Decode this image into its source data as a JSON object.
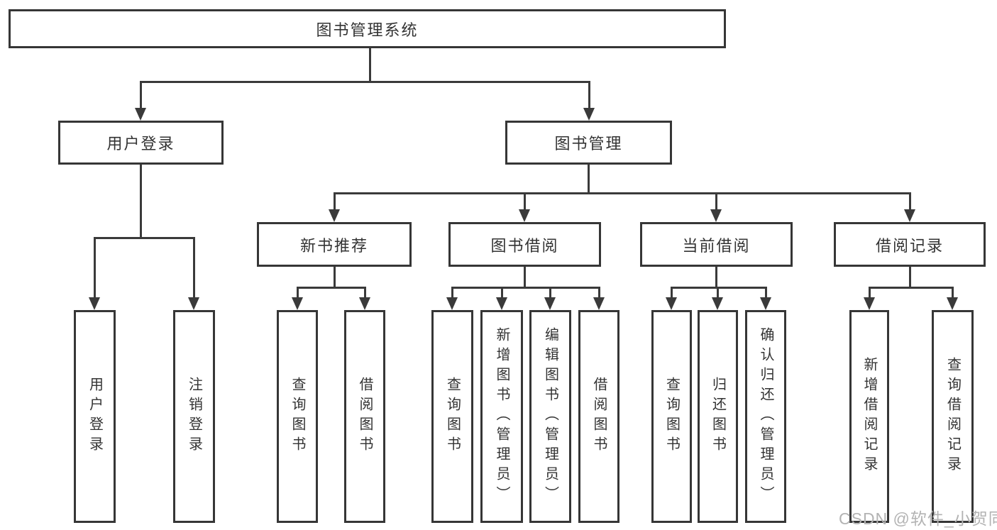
{
  "diagram": {
    "root_label": "图书管理系统",
    "user_login": {
      "label": "用户登录",
      "children": [
        "用户登录",
        "注销登录"
      ]
    },
    "book_mgmt": {
      "label": "图书管理",
      "sections": [
        {
          "label": "新书推荐",
          "children": [
            "查询图书",
            "借阅图书"
          ]
        },
        {
          "label": "图书借阅",
          "children": [
            "查询图书",
            "新增图书（管理员）",
            "编辑图书（管理员）",
            "借阅图书"
          ]
        },
        {
          "label": "当前借阅",
          "children": [
            "查询图书",
            "归还图书",
            "确认归还（管理员）"
          ]
        },
        {
          "label": "借阅记录",
          "children": [
            "新增借阅记录",
            "查询借阅记录"
          ]
        }
      ]
    }
  },
  "watermark": {
    "text": "CSDN @软件_小贺同学"
  },
  "colors": {
    "line": "#3a3a3a",
    "box_border": "#363636",
    "text": "#333333",
    "background": "#ffffff",
    "watermark": "#b3b3b3"
  }
}
